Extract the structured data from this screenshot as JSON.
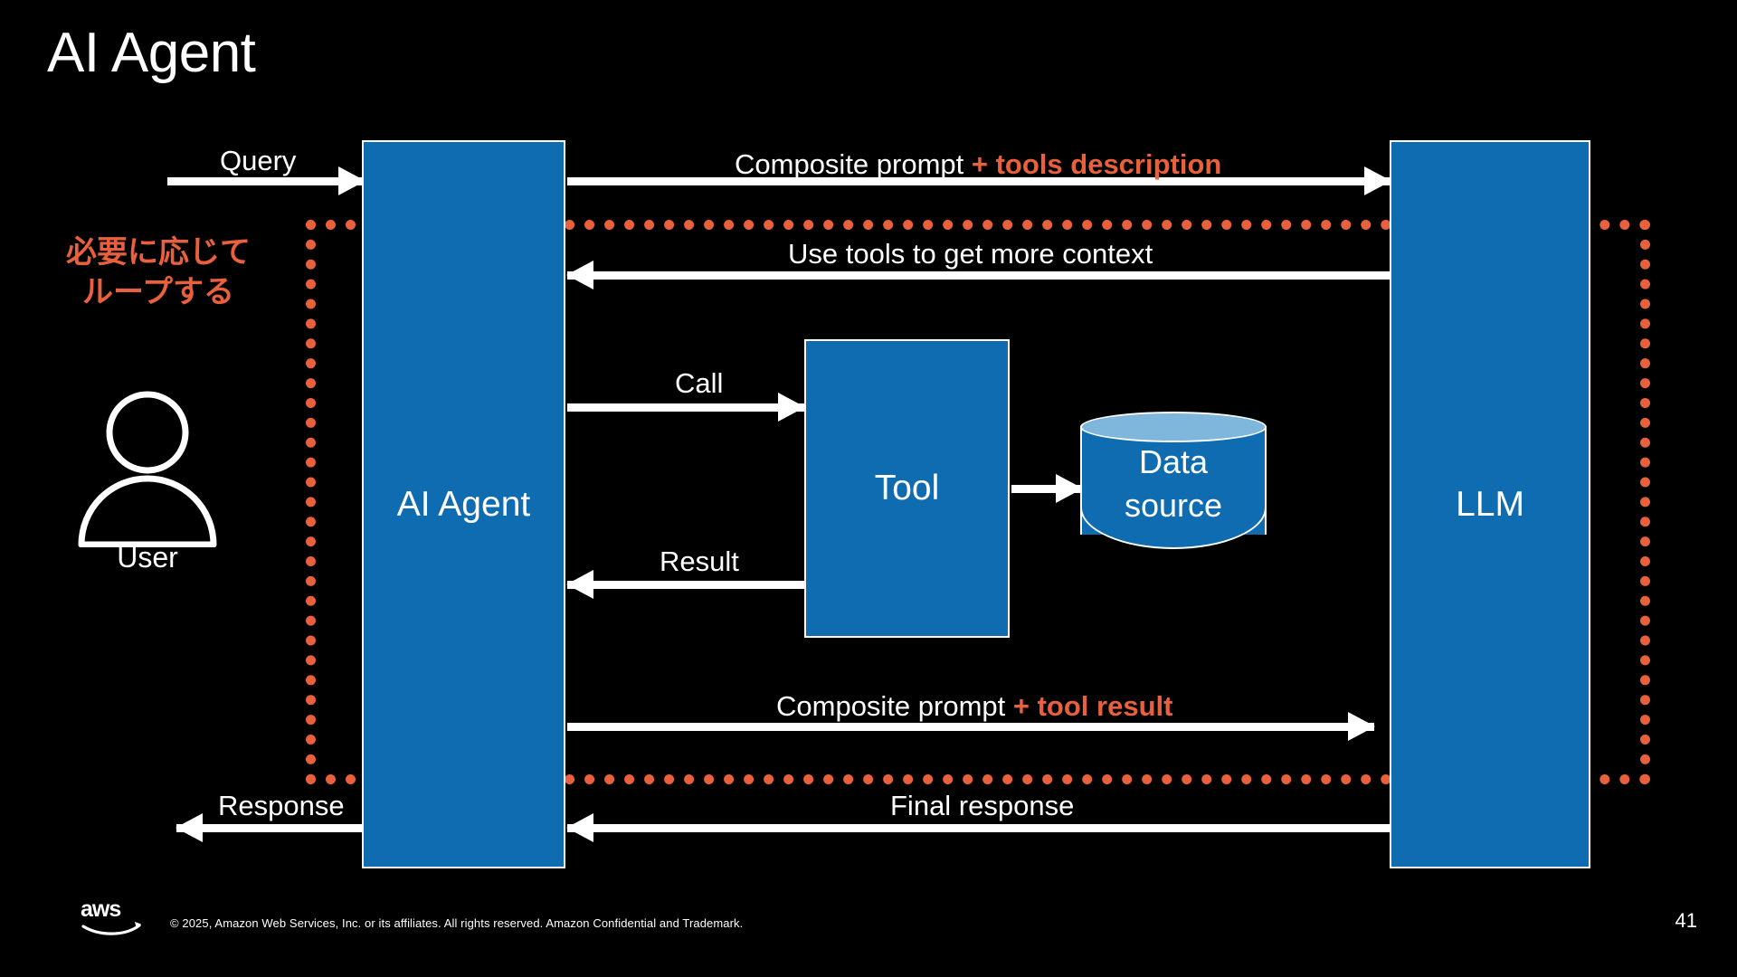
{
  "slide": {
    "title": "AI Agent",
    "page_number": "41",
    "background_color": "#000000",
    "accent_color": "#E9603C",
    "node_color": "#0F6CB0",
    "cylinder_top_color": "#7FB6DC",
    "text_color": "#FFFFFF"
  },
  "loop": {
    "caption_line1": "必要に応じて",
    "caption_line2": "ループする",
    "border_style": "dotted",
    "border_color": "#E9603C"
  },
  "nodes": {
    "user": {
      "label": "User",
      "icon": "user-person-icon"
    },
    "ai_agent": {
      "label": "AI Agent"
    },
    "tool": {
      "label": "Tool"
    },
    "llm": {
      "label": "LLM"
    },
    "data_source": {
      "label_line1": "Data",
      "label_line2": "source",
      "shape": "cylinder"
    }
  },
  "arrows": [
    {
      "id": "query",
      "label": "Query",
      "label_accent": "",
      "direction": "right",
      "from": "user",
      "to": "ai_agent"
    },
    {
      "id": "composite-prompt-tools-description",
      "label": "Composite prompt ",
      "label_accent": "+ tools description",
      "direction": "right",
      "from": "ai_agent",
      "to": "llm"
    },
    {
      "id": "use-tools-to-get-more-context",
      "label": "Use tools to get more context",
      "label_accent": "",
      "direction": "left",
      "from": "llm",
      "to": "ai_agent"
    },
    {
      "id": "call",
      "label": "Call",
      "label_accent": "",
      "direction": "right",
      "from": "ai_agent",
      "to": "tool"
    },
    {
      "id": "tool-to-data-source",
      "label": "",
      "label_accent": "",
      "direction": "right",
      "from": "tool",
      "to": "data_source"
    },
    {
      "id": "result",
      "label": "Result",
      "label_accent": "",
      "direction": "left",
      "from": "tool",
      "to": "ai_agent"
    },
    {
      "id": "composite-prompt-tool-result",
      "label": "Composite prompt ",
      "label_accent": "+ tool result",
      "direction": "right",
      "from": "ai_agent",
      "to": "llm"
    },
    {
      "id": "final-response",
      "label": "Final response",
      "label_accent": "",
      "direction": "left",
      "from": "llm",
      "to": "ai_agent"
    },
    {
      "id": "response",
      "label": "Response",
      "label_accent": "",
      "direction": "left",
      "from": "ai_agent",
      "to": "user"
    }
  ],
  "footer": {
    "logo": "aws-logo",
    "copyright": "© 2025, Amazon Web Services, Inc. or its affiliates. All rights reserved. Amazon Confidential and Trademark."
  }
}
